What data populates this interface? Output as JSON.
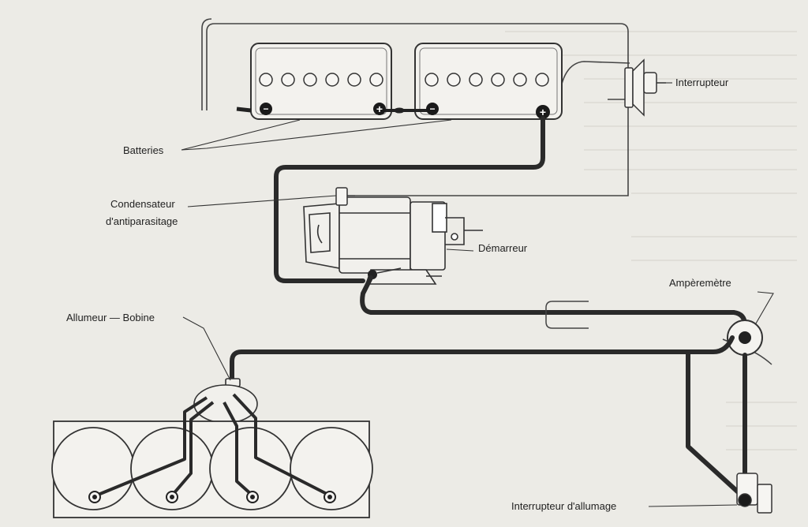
{
  "labels": {
    "interrupteur": "Interrupteur",
    "batteries": "Batteries",
    "condensateur_line1": "Condensateur",
    "condensateur_line2": "d'antiparasitage",
    "demarreur": "Démarreur",
    "amperemetre": "Ampèremètre",
    "allumeur_bobine": "Allumeur — Bobine",
    "interrupteur_allumage": "Interrupteur  d'allumage"
  },
  "battery_terminals": {
    "left_minus": "−",
    "left_plus": "+",
    "right_minus": "−",
    "right_plus": "+"
  }
}
